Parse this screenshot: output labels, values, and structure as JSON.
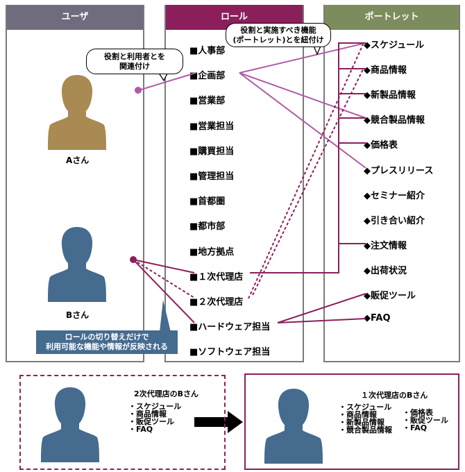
{
  "columns": {
    "user": {
      "title": "ユーザ",
      "color": "#716c7d"
    },
    "role": {
      "title": "ロール",
      "color": "#8b1f5c"
    },
    "portlet": {
      "title": "ポートレット",
      "color": "#7d8c5c"
    }
  },
  "users": [
    {
      "label": "Aさん",
      "color": "#a88a52"
    },
    {
      "label": "Bさん",
      "color": "#456b8f"
    }
  ],
  "roles": {
    "marker": "■",
    "items": [
      "人事部",
      "企画部",
      "営業部",
      "営業担当",
      "購買担当",
      "管理担当",
      "首都圏",
      "都市部",
      "地方拠点",
      "１次代理店",
      "２次代理店",
      "ハードウェア担当",
      "ソフトウェア担当"
    ]
  },
  "portlets": {
    "marker": "◆",
    "items": [
      "スケジュール",
      "商品情報",
      "新製品情報",
      "競合製品情報",
      "価格表",
      "プレスリリース",
      "セミナー紹介",
      "引き合い紹介",
      "注文情報",
      "出荷状況",
      "販促ツール",
      "FAQ"
    ]
  },
  "callouts": {
    "user_role": [
      "役割と利用者とを",
      "関連付け"
    ],
    "role_portlet": [
      "役割と実施すべき機能",
      "(ポートレット)とを紐付け"
    ],
    "switch_note": [
      "ロールの切り替えだけで",
      "利用可能な機能や情報が反映される"
    ]
  },
  "line_colors": {
    "planning": "#b05aa6",
    "agent": "#8b1f5c"
  },
  "comparison": {
    "before": {
      "title": "2次代理店のBさん",
      "items": [
        "スケジュール",
        "商品情報",
        "販促ツール",
        "FAQ"
      ]
    },
    "after": {
      "title": "１次代理店のBさん",
      "items_col1": [
        "スケジュール",
        "商品情報",
        "新製品情報",
        "競合製品情報"
      ],
      "items_col2": [
        "価格表",
        "販促ツール",
        "FAQ"
      ]
    }
  }
}
